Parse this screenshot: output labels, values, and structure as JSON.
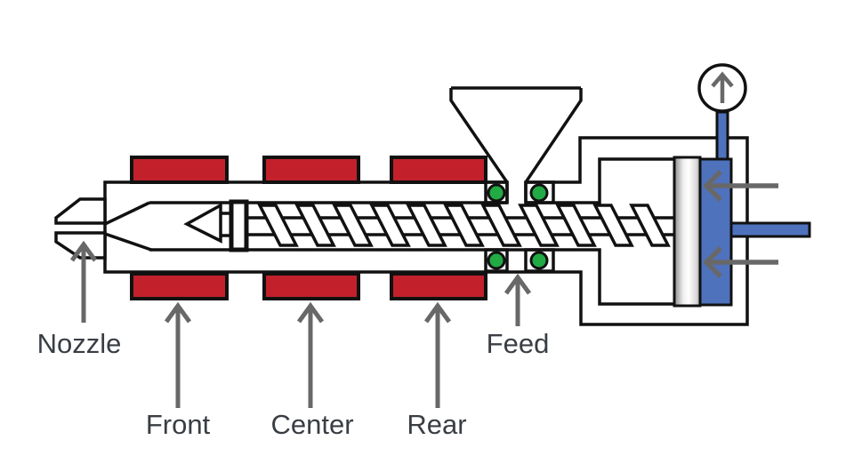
{
  "diagram": {
    "type": "injection-molding-machine-schematic",
    "labels": {
      "nozzle": "Nozzle",
      "front": "Front",
      "center": "Center",
      "rear": "Rear",
      "feed": "Feed"
    },
    "colors": {
      "heater_band": "#c2212b",
      "feed_port": "#22ab45",
      "hydraulic_blue": "#4f72bd",
      "arrow_gray": "#686868",
      "line": "#111111",
      "label_text": "#393e44"
    }
  }
}
